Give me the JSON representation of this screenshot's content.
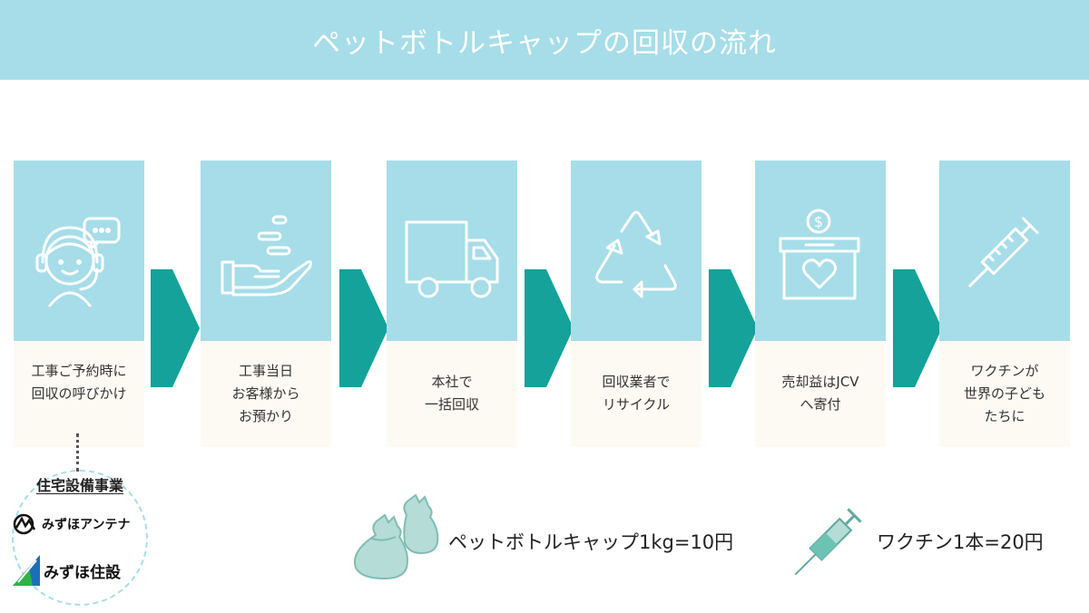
{
  "title": "ペットボトルキャップの回収の流れ",
  "colors": {
    "light_blue": "#a6dde8",
    "teal": "#14a29a",
    "cream": "#fdfaf4"
  },
  "steps": [
    {
      "icon": "headset-operator-icon",
      "lines": [
        "工事ご予約時に",
        "回収の呼びかけ"
      ]
    },
    {
      "icon": "hand-receiving-icon",
      "lines": [
        "工事当日",
        "お客様から",
        "お預かり"
      ]
    },
    {
      "icon": "truck-icon",
      "lines": [
        "本社で",
        "一括回収"
      ]
    },
    {
      "icon": "recycle-icon",
      "lines": [
        "回収業者で",
        "リサイクル"
      ]
    },
    {
      "icon": "donation-box-icon",
      "lines": [
        "売却益はJCV",
        "へ寄付"
      ]
    },
    {
      "icon": "syringe-icon",
      "lines": [
        "ワクチンが",
        "世界の子ども",
        "たちに"
      ]
    }
  ],
  "partner": {
    "title": "住宅設備事業",
    "logos": [
      "みずほアンテナ",
      "みずほ住設"
    ]
  },
  "rates": {
    "cap": "ペットボトルキャップ1kg=10円",
    "vaccine": "ワクチン1本=20円"
  }
}
